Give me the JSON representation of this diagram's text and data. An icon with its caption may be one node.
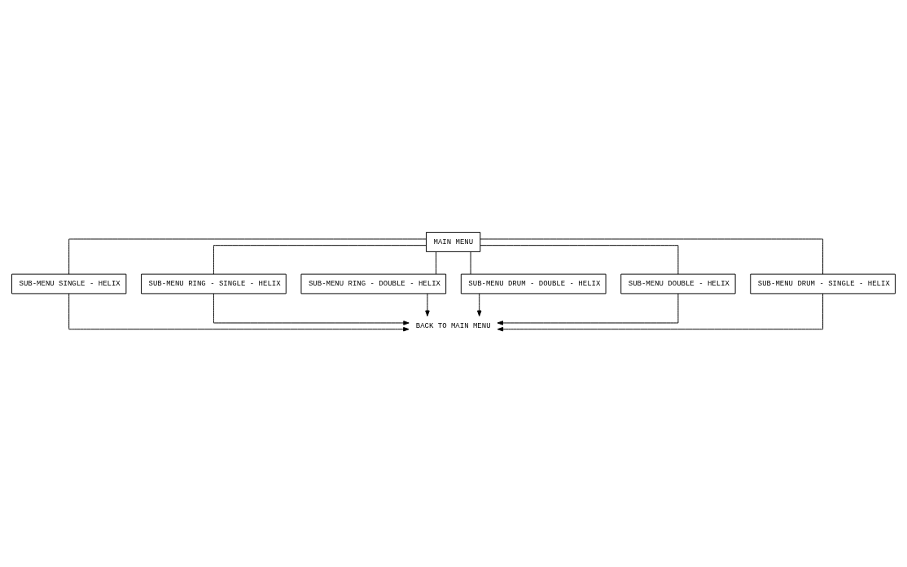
{
  "diagram": {
    "nodes": [
      {
        "text": [
          "MAIN MENU"
        ]
      },
      {
        "text": [
          "SUB-MENU SINGLE - HELIX"
        ]
      },
      {
        "text": [
          "SUB-MENU RING - SINGLE - HELIX"
        ]
      },
      {
        "text": [
          "SUB-MENU RING - DOUBLE - HELIX"
        ]
      },
      {
        "text": [
          "SUB-MENU DRUM - DOUBLE - HELIX"
        ]
      },
      {
        "text": [
          "SUB-MENU DOUBLE - HELIX"
        ]
      },
      {
        "text": [
          "SUB-MENU DRUM - SINGLE - HELIX"
        ]
      },
      {
        "text": [
          "BACK TO MAIN MENU"
        ]
      }
    ],
    "edges": [
      {
        "from": 0,
        "to": 1,
        "arrow": "none"
      },
      {
        "from": 0,
        "to": 5,
        "arrow": "none"
      },
      {
        "from": 0,
        "to": 2,
        "arrow": "none"
      },
      {
        "from": 0,
        "to": 3,
        "arrow": "none"
      },
      {
        "from": 0,
        "to": 6,
        "arrow": "none"
      },
      {
        "from": 0,
        "to": 4,
        "arrow": "none"
      },
      {
        "from": 1,
        "to": 7,
        "arrow": "to"
      },
      {
        "from": 5,
        "to": 7,
        "arrow": "to"
      },
      {
        "from": 2,
        "to": 7,
        "arrow": "to"
      },
      {
        "from": 3,
        "to": 7,
        "arrow": "to"
      },
      {
        "from": 6,
        "to": 7,
        "arrow": "to"
      },
      {
        "from": 4,
        "to": 7,
        "arrow": "to"
      }
    ]
  }
}
